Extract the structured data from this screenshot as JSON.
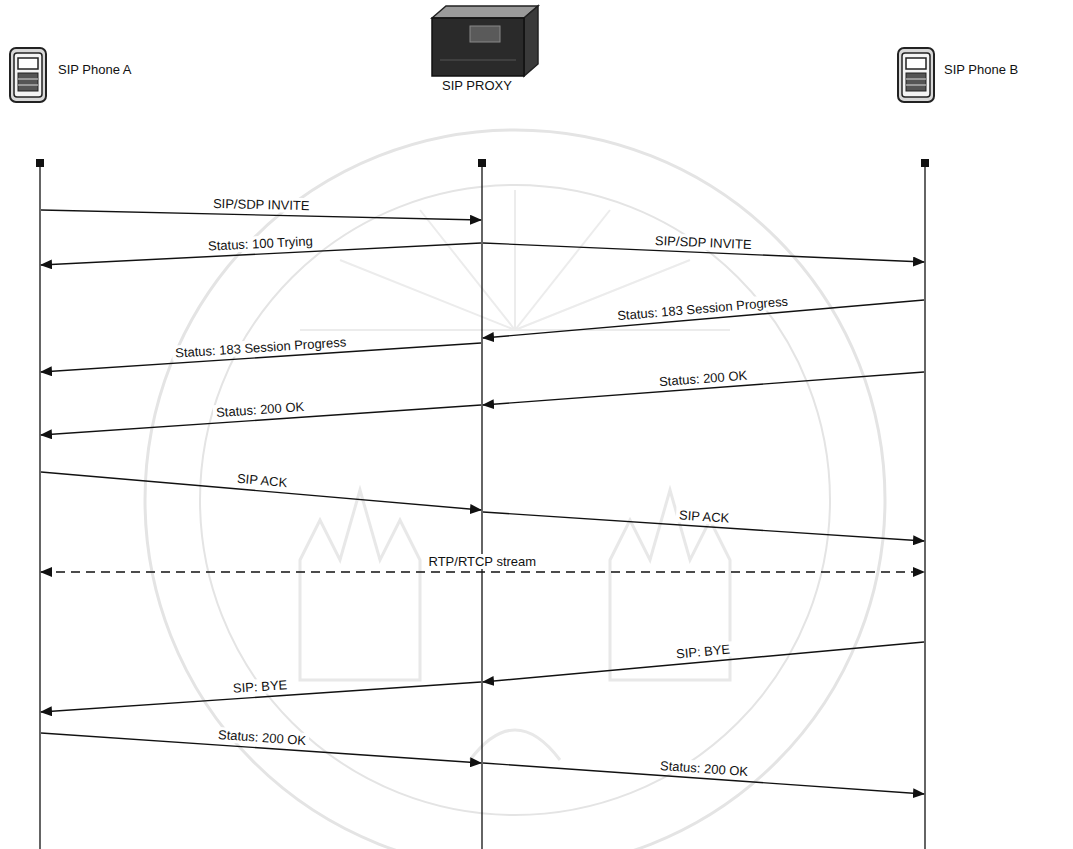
{
  "diagram": {
    "nodes": [
      {
        "text": [
          "SIP Phone A"
        ]
      },
      {
        "text": [
          "SIP PROXY"
        ]
      },
      {
        "text": [
          "SIP Phone B"
        ]
      }
    ],
    "edges": [
      {
        "from": 0,
        "to": 1,
        "label": "SIP/SDP INVITE",
        "arrow": "to"
      },
      {
        "from": 1,
        "to": 0,
        "label": "Status: 100 Trying",
        "arrow": "to"
      },
      {
        "from": 1,
        "to": 2,
        "label": "SIP/SDP INVITE",
        "arrow": "to"
      },
      {
        "from": 2,
        "to": 1,
        "label": "Status: 183 Session Progress",
        "arrow": "to"
      },
      {
        "from": 1,
        "to": 0,
        "label": "Status: 183 Session Progress",
        "arrow": "to"
      },
      {
        "from": 2,
        "to": 1,
        "label": "Status: 200 OK",
        "arrow": "to"
      },
      {
        "from": 1,
        "to": 0,
        "label": "Status: 200 OK",
        "arrow": "to"
      },
      {
        "from": 0,
        "to": 1,
        "label": "SIP ACK",
        "arrow": "to"
      },
      {
        "from": 1,
        "to": 2,
        "label": "SIP ACK",
        "arrow": "to"
      },
      {
        "from": 0,
        "to": 2,
        "label": "RTP/RTCP stream",
        "arrow": "both"
      },
      {
        "from": 2,
        "to": 1,
        "label": "SIP: BYE",
        "arrow": "to"
      },
      {
        "from": 1,
        "to": 0,
        "label": "SIP: BYE",
        "arrow": "to"
      },
      {
        "from": 0,
        "to": 1,
        "label": "Status: 200 OK",
        "arrow": "to"
      },
      {
        "from": 1,
        "to": 2,
        "label": "Status: 200 OK",
        "arrow": "to"
      }
    ]
  }
}
